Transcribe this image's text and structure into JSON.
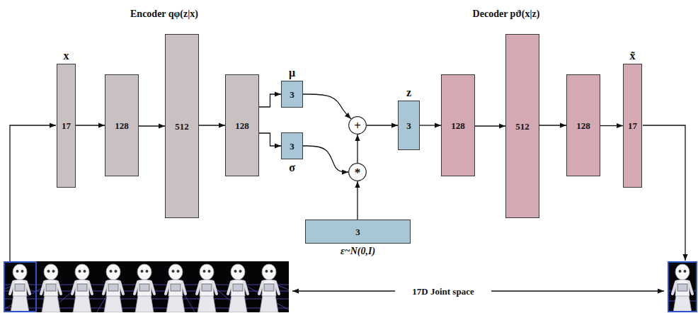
{
  "diagram": {
    "nodes": [
      {
        "text": [
          "x",
          "17"
        ]
      },
      {
        "text": [
          "128"
        ]
      },
      {
        "text": [
          "512"
        ]
      },
      {
        "text": [
          "128"
        ]
      },
      {
        "text": [
          "μ",
          "3"
        ]
      },
      {
        "text": [
          "3",
          "σ"
        ]
      },
      {
        "text": [
          "+"
        ]
      },
      {
        "text": [
          "*"
        ]
      },
      {
        "text": [
          "3",
          "ε~N(0,I)"
        ]
      },
      {
        "text": [
          "z",
          "3"
        ]
      },
      {
        "text": [
          "128"
        ]
      },
      {
        "text": [
          "512"
        ]
      },
      {
        "text": [
          "128"
        ]
      },
      {
        "text": [
          "x̃",
          "17"
        ]
      }
    ],
    "edges": [
      {
        "from": 0,
        "to": 1,
        "arrow": "to"
      },
      {
        "from": 1,
        "to": 2,
        "arrow": "to"
      },
      {
        "from": 2,
        "to": 3,
        "arrow": "to"
      },
      {
        "from": 3,
        "to": 4,
        "arrow": "to"
      },
      {
        "from": 3,
        "to": 5,
        "arrow": "to"
      },
      {
        "from": 4,
        "to": 6,
        "arrow": "to"
      },
      {
        "from": 5,
        "to": 7,
        "arrow": "to"
      },
      {
        "from": 8,
        "to": 7,
        "arrow": "to"
      },
      {
        "from": 7,
        "to": 6,
        "arrow": "to"
      },
      {
        "from": 6,
        "to": 9,
        "arrow": "to"
      },
      {
        "from": 9,
        "to": 10,
        "arrow": "to"
      },
      {
        "from": 10,
        "to": 11,
        "arrow": "to"
      },
      {
        "from": 11,
        "to": 12,
        "arrow": "to"
      },
      {
        "from": 12,
        "to": 13,
        "arrow": "to"
      }
    ],
    "labels": [
      "Encoder qφ(z|x)",
      "Decoder pϑ(x|z)",
      "17D Joint space"
    ]
  }
}
